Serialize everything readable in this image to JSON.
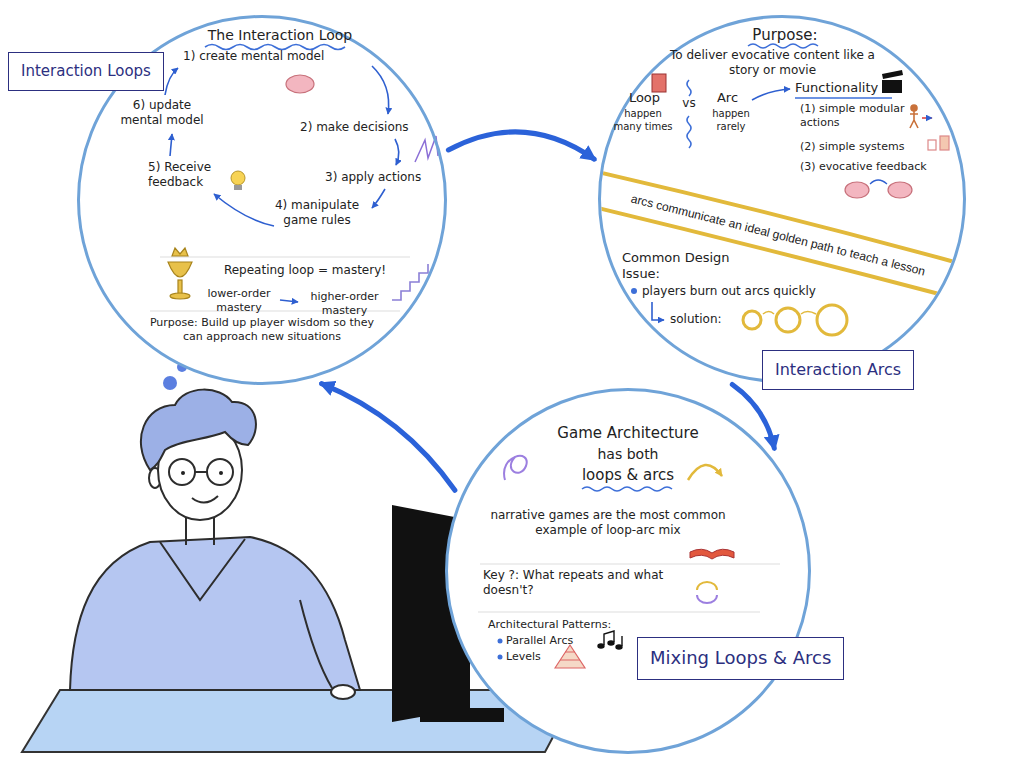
{
  "diagram": {
    "nodes": [
      {
        "text": [
          "Interaction Loops"
        ]
      },
      {
        "text": [
          "The Interaction Loop",
          "1) create mental model",
          "2) make decisions",
          "3) apply actions",
          "4) manipulate game rules",
          "5) Receive feedback",
          "6) update mental model",
          "Repeating loop = mastery!",
          "lower-order mastery",
          "higher-order mastery",
          "Purpose: Build up player wisdom so they can approach new situations"
        ]
      },
      {
        "text": [
          "Purpose:",
          "To deliver evocative content like a story or movie",
          "Loop",
          "happen many times",
          "vs",
          "Arc",
          "happen rarely",
          "Functionality",
          "(1) simple modular actions",
          "(2) simple systems",
          "(3) evocative feedback",
          "arcs communicate an ideal golden path to teach a lesson",
          "Common Design Issue:",
          "players burn out arcs quickly",
          "solution:"
        ]
      },
      {
        "text": [
          "Interaction Arcs"
        ]
      },
      {
        "text": [
          "Game Architecture",
          "has both",
          "loops & arcs",
          "narrative games are the most common example of loop-arc mix",
          "Key ?: What repeats and what doesn't?",
          "Architectural Patterns:",
          "Parallel Arcs",
          "Levels"
        ]
      },
      {
        "text": [
          "Mixing Loops & Arcs"
        ]
      }
    ],
    "edges": [
      {
        "from": 1,
        "to": 2,
        "arrow": "to"
      },
      {
        "from": 2,
        "to": 4,
        "arrow": "to"
      },
      {
        "from": 4,
        "to": 1,
        "arrow": "to"
      }
    ]
  }
}
